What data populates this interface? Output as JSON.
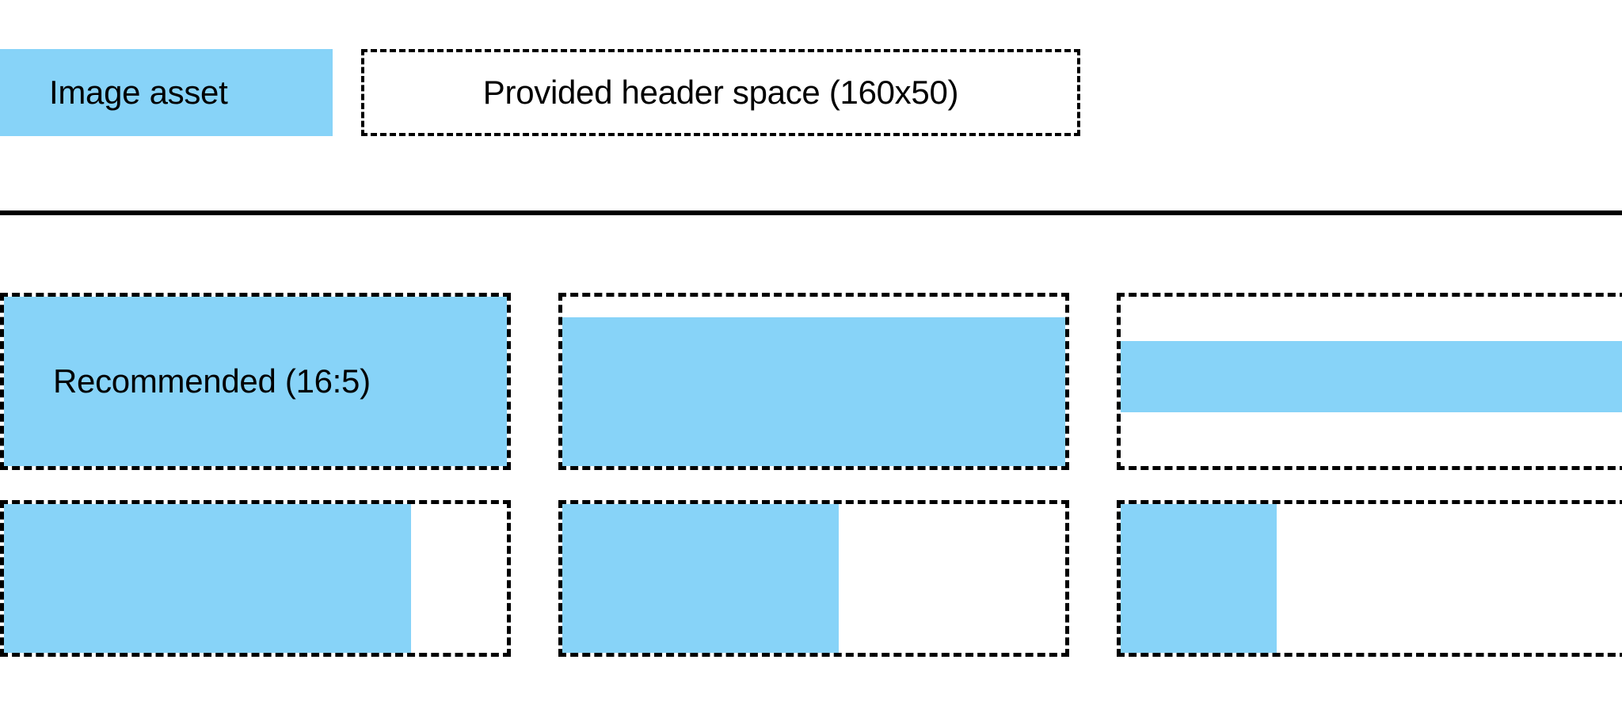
{
  "colors": {
    "asset_blue": "#87D3F8",
    "outline": "#000000",
    "background": "#FFFFFF"
  },
  "legend": {
    "swatch_label": "Image asset",
    "swatch_icon": "blue-filled-rectangle",
    "header_space_label": "Provided header space (160x50)",
    "header_space_icon": "dashed-outline-rectangle"
  },
  "divider": {
    "icon": "horizontal-rule"
  },
  "examples": {
    "row1": [
      {
        "caption": "Recommended (16:5)",
        "ratio": "16:5",
        "fill_left_pct": 0,
        "fill_top_pct": 0,
        "fill_width_pct": 100,
        "fill_height_pct": 100
      },
      {
        "caption": "",
        "ratio": "16:5",
        "fill_left_pct": 0,
        "fill_top_pct": 12,
        "fill_width_pct": 100,
        "fill_height_pct": 88
      },
      {
        "caption": "",
        "ratio": "16:5",
        "fill_left_pct": 0,
        "fill_top_pct": 26,
        "fill_width_pct": 100,
        "fill_height_pct": 42
      }
    ],
    "row2": [
      {
        "caption": "",
        "ratio": "16:5",
        "fill_left_pct": 0,
        "fill_top_pct": 0,
        "fill_width_pct": 81,
        "fill_height_pct": 100
      },
      {
        "caption": "",
        "ratio": "16:5",
        "fill_left_pct": 0,
        "fill_top_pct": 0,
        "fill_width_pct": 55,
        "fill_height_pct": 100
      },
      {
        "caption": "",
        "ratio": "16:5",
        "fill_left_pct": 0,
        "fill_top_pct": 0,
        "fill_width_pct": 31,
        "fill_height_pct": 100
      }
    ]
  }
}
